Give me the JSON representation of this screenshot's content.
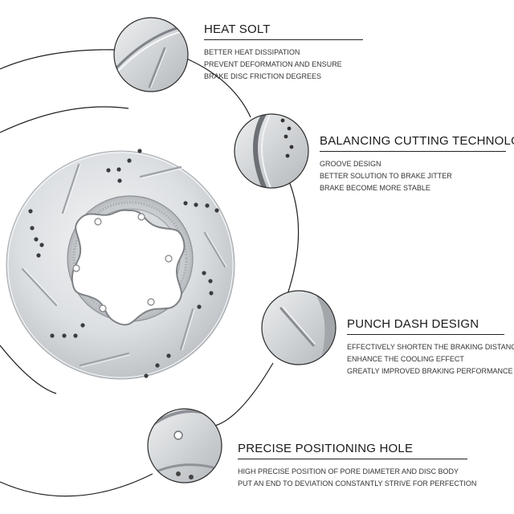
{
  "features": [
    {
      "title": "HEAT SOLT",
      "lines": [
        "BETTER HEAT DISSIPATION",
        "PREVENT DEFORMATION AND ENSURE",
        "BRAKE DISC FRICTION DEGREES"
      ],
      "icon": "slot-closeup"
    },
    {
      "title": "BALANCING CUTTING TECHNOLOGY",
      "lines": [
        "GROOVE DESIGN",
        "BETTER SOLUTION TO BRAKE JITTER",
        "BRAKE BECOME MORE STABLE"
      ],
      "icon": "groove-closeup"
    },
    {
      "title": "PUNCH DASH DESIGN",
      "lines": [
        "EFFECTIVELY SHORTEN THE BRAKING DISTANCE",
        "ENHANCE THE COOLING EFFECT",
        "GREATLY IMPROVED BRAKING PERFORMANCE"
      ],
      "icon": "dash-closeup"
    },
    {
      "title": "PRECISE POSITIONING HOLE",
      "lines": [
        "HIGH PRECISE POSITION OF PORE DIAMETER AND DISC BODY",
        "PUT AN END TO DEVIATION CONSTANTLY STRIVE FOR PERFECTION"
      ],
      "icon": "hole-closeup"
    }
  ],
  "colors": {
    "disc_light": "#e4e6e8",
    "disc_mid": "#c8cbce",
    "disc_dark": "#9a9ea3",
    "text": "#1a1a1a"
  }
}
